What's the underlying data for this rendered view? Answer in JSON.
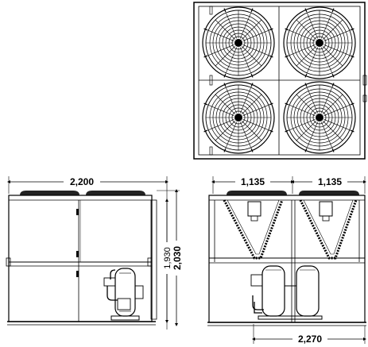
{
  "dimensions": {
    "front_width": "2,200",
    "side_module_left": "1,135",
    "side_module_right": "1,135",
    "height_inner": "1,930",
    "height_total": "2,030",
    "side_total_width": "2,270"
  },
  "fans": {
    "count": 4
  },
  "colors": {
    "line": "#000000",
    "fill": "#ffffff",
    "fan_top": "#222222"
  }
}
